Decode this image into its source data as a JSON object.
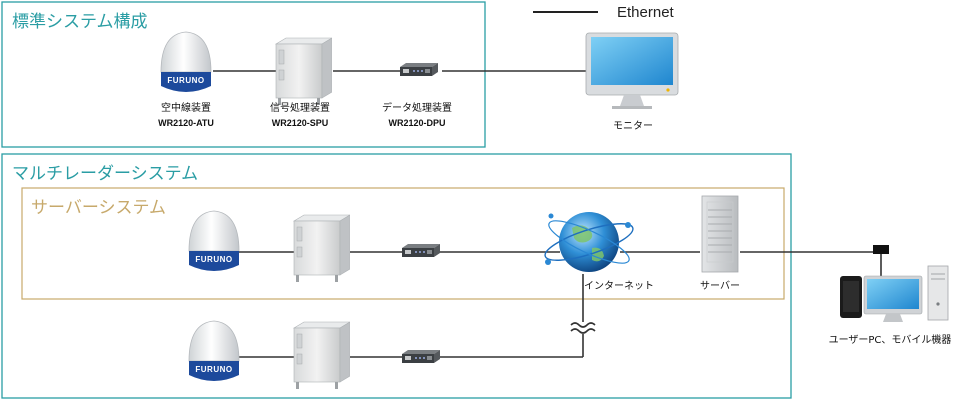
{
  "legend": {
    "ethernet_label": "Ethernet"
  },
  "standard_system": {
    "title": "標準システム構成",
    "devices": [
      {
        "name": "空中線装置",
        "model": "WR2120-ATU"
      },
      {
        "name": "信号処理装置",
        "model": "WR2120-SPU"
      },
      {
        "name": "データ処理装置",
        "model": "WR2120-DPU"
      }
    ],
    "monitor_label": "モニター"
  },
  "multi_radar_system": {
    "title": "マルチレーダーシステム",
    "server_system": {
      "title": "サーバーシステム",
      "internet_label": "インターネット",
      "server_label": "サーバー"
    },
    "user_label": "ユーザーPC、モバイル機器"
  },
  "brand_text": "FURUNO",
  "colors": {
    "teal": "#2a9da4",
    "gold": "#c7a96b",
    "line": "#333333"
  }
}
